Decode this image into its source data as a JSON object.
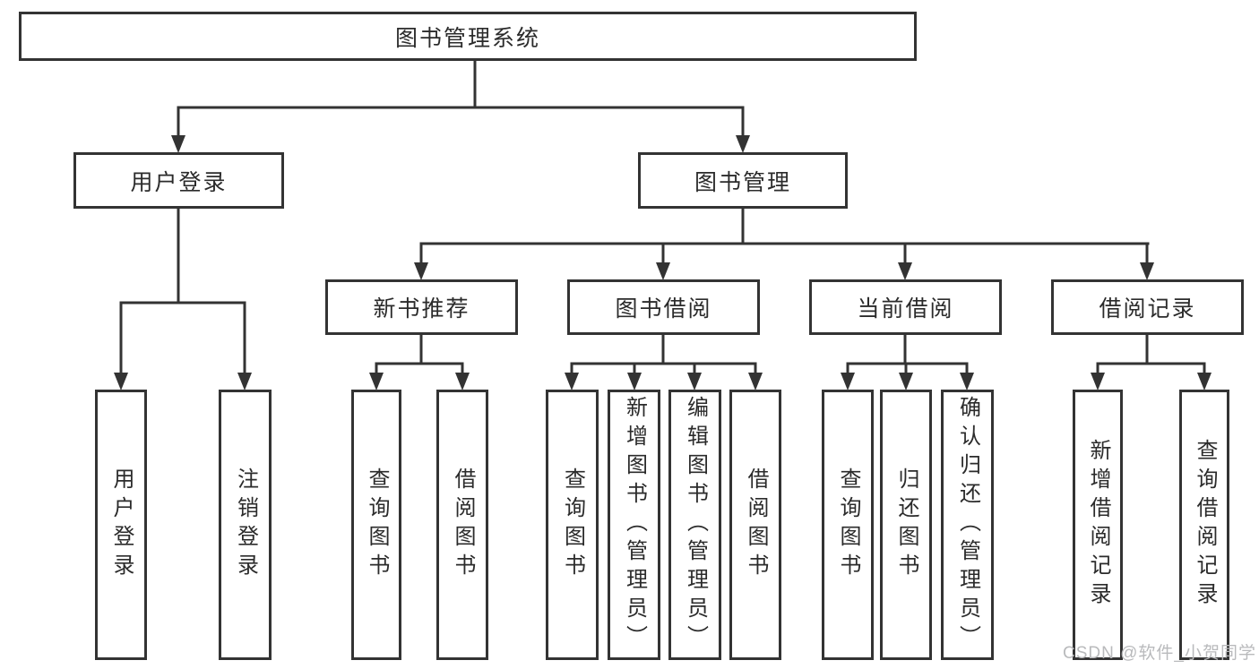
{
  "tree": {
    "root": {
      "label": "图书管理系统"
    },
    "branches": [
      {
        "label": "用户登录",
        "children": [
          {
            "label": "用户登录"
          },
          {
            "label": "注销登录"
          }
        ]
      },
      {
        "label": "图书管理",
        "children": [
          {
            "label": "新书推荐",
            "children": [
              {
                "label": "查询图书"
              },
              {
                "label": "借阅图书"
              }
            ]
          },
          {
            "label": "图书借阅",
            "children": [
              {
                "label": "查询图书"
              },
              {
                "label": "新增图书（管理员）"
              },
              {
                "label": "编辑图书（管理员）"
              },
              {
                "label": "借阅图书"
              }
            ]
          },
          {
            "label": "当前借阅",
            "children": [
              {
                "label": "查询图书"
              },
              {
                "label": "归还图书"
              },
              {
                "label": "确认归还（管理员）"
              }
            ]
          },
          {
            "label": "借阅记录",
            "children": [
              {
                "label": "新增借阅记录"
              },
              {
                "label": "查询借阅记录"
              }
            ]
          }
        ]
      }
    ]
  },
  "watermark": {
    "text": "CSDN @软件_小贺同学"
  },
  "colors": {
    "line": "#333333",
    "text": "#2b2b2b",
    "background": "#ffffff",
    "watermark": "#b9babc"
  }
}
